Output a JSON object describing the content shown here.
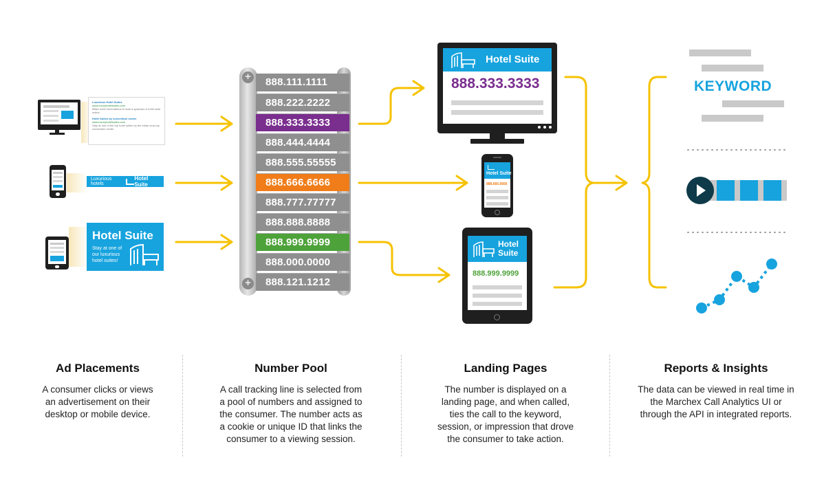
{
  "ad_placements": {
    "desktop_ad": {
      "line1": "Luxurious Hotel Suites",
      "line2": "www.luxuryhotelsuites.com",
      "line3": "Make hotel reservations & book a spacious & hotel suite online",
      "line4": "Hotel Suites by convention center",
      "line5": "www.luxuryhotelsuites.com",
      "line6": "Stay at one of the top hotel suites by the lobby near top convention center"
    },
    "mobile_banner": {
      "left_text": "Luxurious hotels",
      "brand": "Hotel Suite"
    },
    "tablet_ad": {
      "title": "Hotel Suite",
      "body": "Stay at one of our luxurious hotel suites!"
    }
  },
  "number_pool": {
    "numbers": [
      {
        "number": "888.111.1111",
        "color": "#8f8f8f"
      },
      {
        "number": "888.222.2222",
        "color": "#8f8f8f"
      },
      {
        "number": "888.333.3333",
        "color": "#7a2e8e"
      },
      {
        "number": "888.444.4444",
        "color": "#8f8f8f"
      },
      {
        "number": "888.555.55555",
        "color": "#8f8f8f"
      },
      {
        "number": "888.666.6666",
        "color": "#f07d1a"
      },
      {
        "number": "888.777.77777",
        "color": "#8f8f8f"
      },
      {
        "number": "888.888.8888",
        "color": "#8f8f8f"
      },
      {
        "number": "888.999.9999",
        "color": "#4ea23a"
      },
      {
        "number": "888.000.0000",
        "color": "#8f8f8f"
      },
      {
        "number": "888.121.1212",
        "color": "#8f8f8f"
      }
    ]
  },
  "landing_pages": {
    "desktop": {
      "brand": "Hotel Suite",
      "number": "888.333.3333",
      "number_color": "#7a2e8e"
    },
    "mobile": {
      "brand": "Hotel Suite",
      "number": "888.666.6666",
      "number_color": "#f07d1a"
    },
    "tablet": {
      "brand_line1": "Hotel",
      "brand_line2": "Suite",
      "number": "888.999.9999",
      "number_color": "#4ea23a"
    }
  },
  "reports": {
    "keyword": "KEYWORD"
  },
  "colors": {
    "accent_blue": "#17a3de",
    "arrow_yellow": "#f5c200",
    "device_dark": "#1f1f1f",
    "pool_gray": "#8f8f8f"
  },
  "sections": [
    {
      "title": "Ad Placements",
      "lines": [
        "A consumer clicks or views",
        "an advertisement on their",
        "desktop or mobile device."
      ]
    },
    {
      "title": "Number Pool",
      "lines": [
        "A call tracking line is selected from",
        "a pool of numbers and assigned to",
        "the consumer. The number acts as",
        "a cookie or unique ID that links the",
        "consumer to a viewing session."
      ]
    },
    {
      "title": "Landing Pages",
      "lines": [
        "The number is displayed on a",
        "landing page, and when called,",
        "ties the call to the keyword,",
        "session, or impression that drove",
        "the consumer to take action."
      ]
    },
    {
      "title": "Reports & Insights",
      "lines": [
        "The data can be viewed in real time in",
        "the Marchex Call Analytics UI or",
        "through the API in integrated reports."
      ]
    }
  ]
}
